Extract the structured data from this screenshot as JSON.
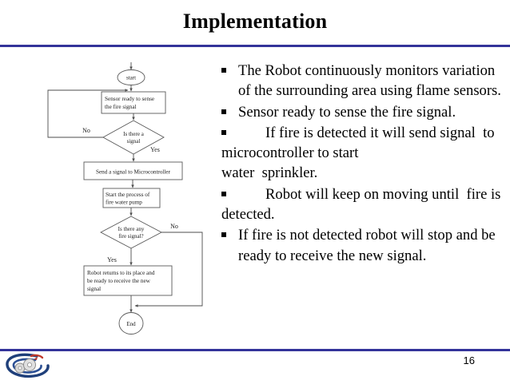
{
  "slide": {
    "title": "Implementation",
    "page_number": "16",
    "rule_color": "#33339a",
    "background": "#ffffff",
    "text_color": "#000000"
  },
  "logo": {
    "name": "institution-logo",
    "colors": {
      "swoosh": "#1f3f7a",
      "gear": "#b3b3b3",
      "accent": "#c0392b"
    }
  },
  "bullets": [
    {
      "marker": "square-bullet",
      "lines": [
        "The Robot continuously monitors",
        " variation of the surrounding area",
        " using flame sensors."
      ],
      "text": "The Robot continuously monitors variation of the surrounding area using flame sensors.",
      "outdent": false
    },
    {
      "marker": "square-bullet",
      "lines": [
        "Sensor ready to sense the fire",
        "signal."
      ],
      "text": "Sensor ready to sense the fire signal.",
      "outdent": false
    },
    {
      "marker": "square-bullet",
      "first_line": "If fire is detected it will send",
      "rest": "signal  to microcontroller to start\nwater  sprinkler.",
      "text": "If fire is detected it will send signal  to microcontroller to start water  sprinkler.",
      "outdent": true
    },
    {
      "marker": "square-bullet",
      "first_line": "Robot will keep on moving",
      "rest": "until  fire is detected.",
      "text": "Robot will keep on moving until  fire is detected.",
      "outdent": true
    },
    {
      "marker": "square-bullet",
      "lines": [
        "If fire is not detected robot will stop",
        "and be ready to receive the new",
        "signal."
      ],
      "text": "If fire is not detected robot will stop and be ready to receive the new signal.",
      "outdent": false
    }
  ],
  "flowchart": {
    "name": "fire-fighting-robot-flowchart",
    "nodes": {
      "start": {
        "type": "terminator",
        "label": "start"
      },
      "sensor_ready": {
        "type": "process",
        "line1": "Sensor ready to sense",
        "line2": "the fire signal"
      },
      "decision1": {
        "type": "decision",
        "line1": "Is there a",
        "line2": "signal"
      },
      "send_signal": {
        "type": "process",
        "label": "Send a signal to Microcontroller"
      },
      "start_pump": {
        "type": "process",
        "line1": "Start the process of",
        "line2": "fire water pump"
      },
      "decision2": {
        "type": "decision",
        "line1": "Is there any",
        "line2": "fire signal?"
      },
      "robot_returns": {
        "type": "process",
        "line1": "Robot returns to its place and",
        "line2": "be ready to receive the new",
        "line3": "signal"
      },
      "end": {
        "type": "terminator",
        "label": "End"
      }
    },
    "edge_labels": {
      "decision1_no": "No",
      "decision1_yes": "Yes",
      "decision2_no": "No",
      "decision2_yes": "Yes"
    }
  }
}
